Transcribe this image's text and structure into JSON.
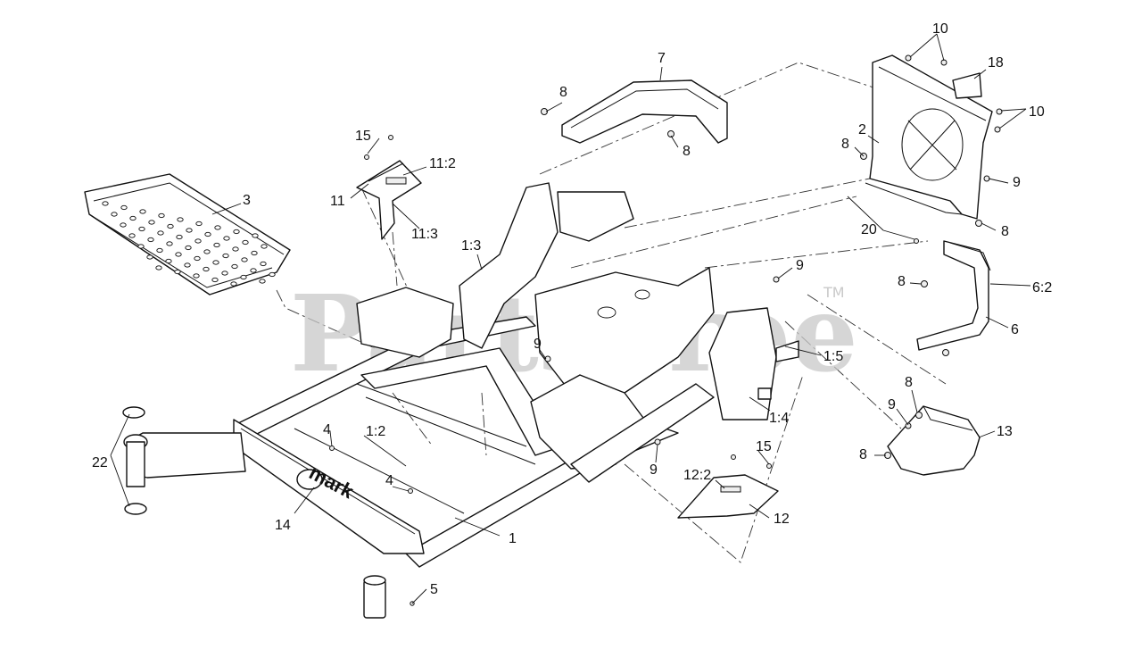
{
  "watermark": {
    "text": "PartsTree",
    "tm": "TM"
  },
  "frame_logo": {
    "text": "mark"
  },
  "callouts": [
    "1",
    "1:2",
    "1:3",
    "1:4",
    "1:5",
    "2",
    "3",
    "4",
    "4",
    "5",
    "6",
    "6:2",
    "7",
    "8",
    "8",
    "8",
    "8",
    "8",
    "8",
    "8",
    "9",
    "9",
    "9",
    "9",
    "9",
    "10",
    "10",
    "11",
    "11:2",
    "11:3",
    "12",
    "12:2",
    "13",
    "14",
    "15",
    "15",
    "18",
    "20",
    "22"
  ]
}
